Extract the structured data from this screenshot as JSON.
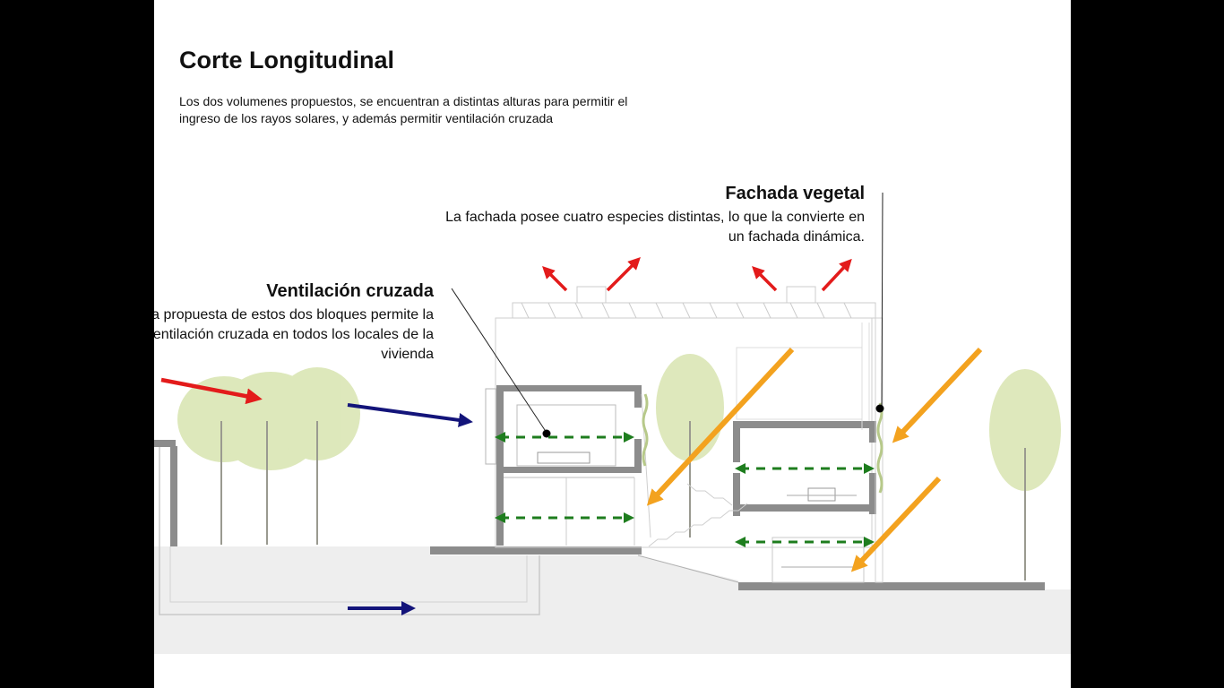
{
  "slide": {
    "title": "Corte Longitudinal",
    "intro": "Los dos volumenes propuestos, se encuentran a distintas alturas para permitir el ingreso de los rayos solares, y además permitir ventilación cruzada"
  },
  "callouts": {
    "ventilation": {
      "title": "Ventilación cruzada",
      "text": "La propuesta de estos dos bloques permite la ventilación cruzada en todos los locales de la vivienda"
    },
    "facade": {
      "title": "Fachada vegetal",
      "text": "La fachada posee cuatro especies distintas, lo que la convierte en un fachada dinámica."
    }
  },
  "colors": {
    "background": "#000000",
    "slide": "#ffffff",
    "hot_air": "#e31b1b",
    "cool_air": "#13147a",
    "cross_ventilation": "#1e7d1e",
    "sun_rays": "#f3a21f",
    "structure": "#8c8c8c",
    "ground": "#eeeeee",
    "vegetation": "#d8e4b0"
  },
  "icons": {
    "wind_in": "red-arrow-icon",
    "cool_wind": "blue-arrow-icon",
    "cross_flow": "green-dashed-arrow-icon",
    "sun": "orange-arrow-icon",
    "exhaust": "red-small-arrow-icon"
  }
}
